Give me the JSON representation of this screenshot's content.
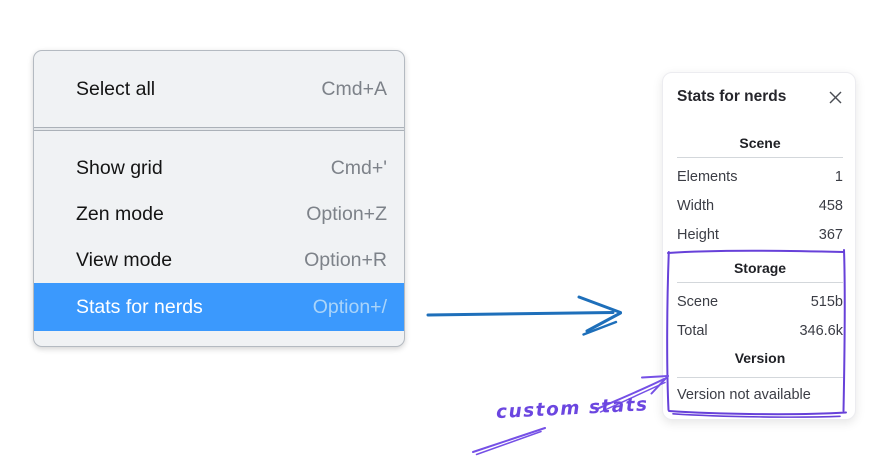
{
  "colors": {
    "menu_highlight": "#3b99fd",
    "menu_background": "#f0f2f4",
    "flow_arrow_blue": "#1e6fba",
    "annotation_purple": "#6b46e0"
  },
  "context_menu": {
    "items": [
      {
        "label": "Select all",
        "shortcut": "Cmd+A",
        "highlighted": false
      },
      {
        "label": "Show grid",
        "shortcut": "Cmd+'",
        "highlighted": false
      },
      {
        "label": "Zen mode",
        "shortcut": "Option+Z",
        "highlighted": false
      },
      {
        "label": "View mode",
        "shortcut": "Option+R",
        "highlighted": false
      },
      {
        "label": "Stats for nerds",
        "shortcut": "Option+/",
        "highlighted": true
      }
    ]
  },
  "stats_panel": {
    "title": "Stats for nerds",
    "close_icon": "x-close",
    "sections": [
      {
        "heading": "Scene",
        "rows": [
          {
            "label": "Elements",
            "value": "1"
          },
          {
            "label": "Width",
            "value": "458"
          },
          {
            "label": "Height",
            "value": "367"
          }
        ]
      },
      {
        "heading": "Storage",
        "rows": [
          {
            "label": "Scene",
            "value": "515b"
          },
          {
            "label": "Total",
            "value": "346.6k"
          }
        ]
      },
      {
        "heading": "Version",
        "rows": [],
        "message": "Version not available"
      }
    ]
  },
  "annotation": {
    "label": "custom stats"
  }
}
